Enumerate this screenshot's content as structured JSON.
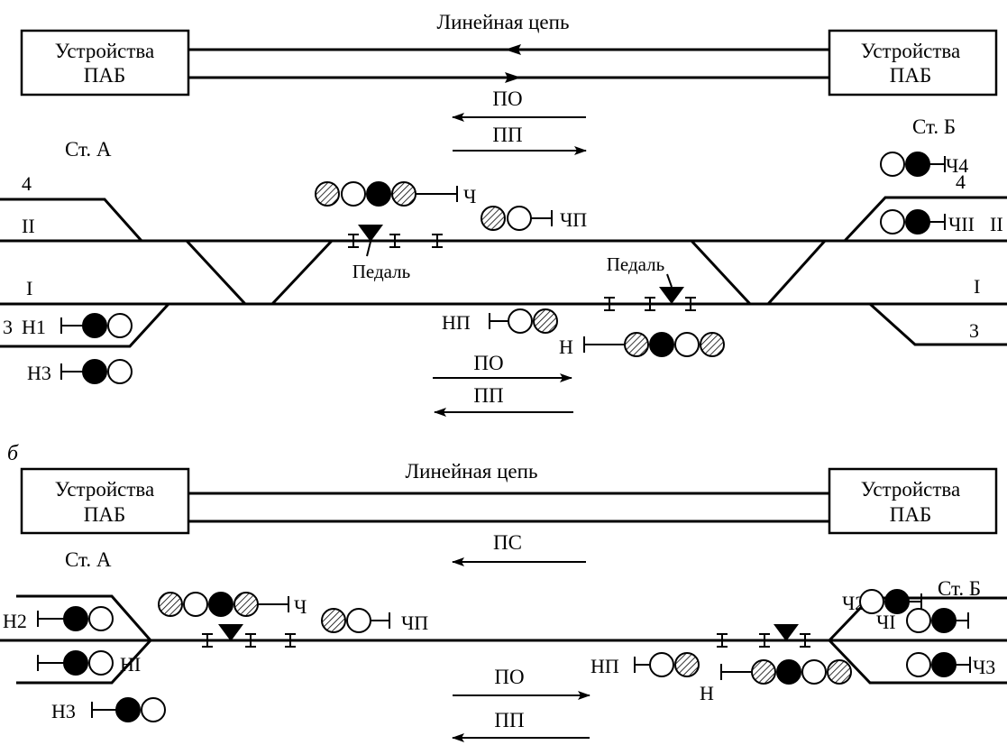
{
  "figure_a": {
    "line_circuit": "Линейная цепь",
    "device_left": [
      "Устройства",
      "ПАБ"
    ],
    "device_right": [
      "Устройства",
      "ПАБ"
    ],
    "upper_arrows": [
      "ПО",
      "ПП"
    ],
    "station_a": "Ст. А",
    "station_b": "Ст. Б",
    "track_4": "4",
    "track_II": "II",
    "track_I": "I",
    "track_3": "3",
    "right_4": "4",
    "right_II": "II",
    "right_I": "I",
    "right_3": "3",
    "signal_ch": "Ч",
    "signal_chp": "ЧП",
    "signal_ch4": "Ч4",
    "signal_chii": "ЧII",
    "signal_n1": "Н1",
    "signal_n3": "Н3",
    "signal_np": "НП",
    "signal_n": "Н",
    "pedal_left": "Педаль",
    "pedal_right": "Педаль",
    "lower_arrows": [
      "ПО",
      "ПП"
    ]
  },
  "figure_b": {
    "panel_label": "б",
    "line_circuit": "Линейная цепь",
    "device_left": [
      "Устройства",
      "ПАБ"
    ],
    "device_right": [
      "Устройства",
      "ПАБ"
    ],
    "upper_arrow": "ПС",
    "station_a": "Ст. А",
    "station_b": "Ст. Б",
    "signal_ch": "Ч",
    "signal_chp": "ЧП",
    "signal_n2": "Н2",
    "signal_ni": "НI",
    "signal_n3": "Н3",
    "signal_ch2": "Ч2",
    "signal_chi": "ЧI",
    "signal_ch3": "Ч3",
    "signal_np": "НП",
    "signal_n": "Н",
    "lower_arrows": [
      "ПО",
      "ПП"
    ]
  }
}
